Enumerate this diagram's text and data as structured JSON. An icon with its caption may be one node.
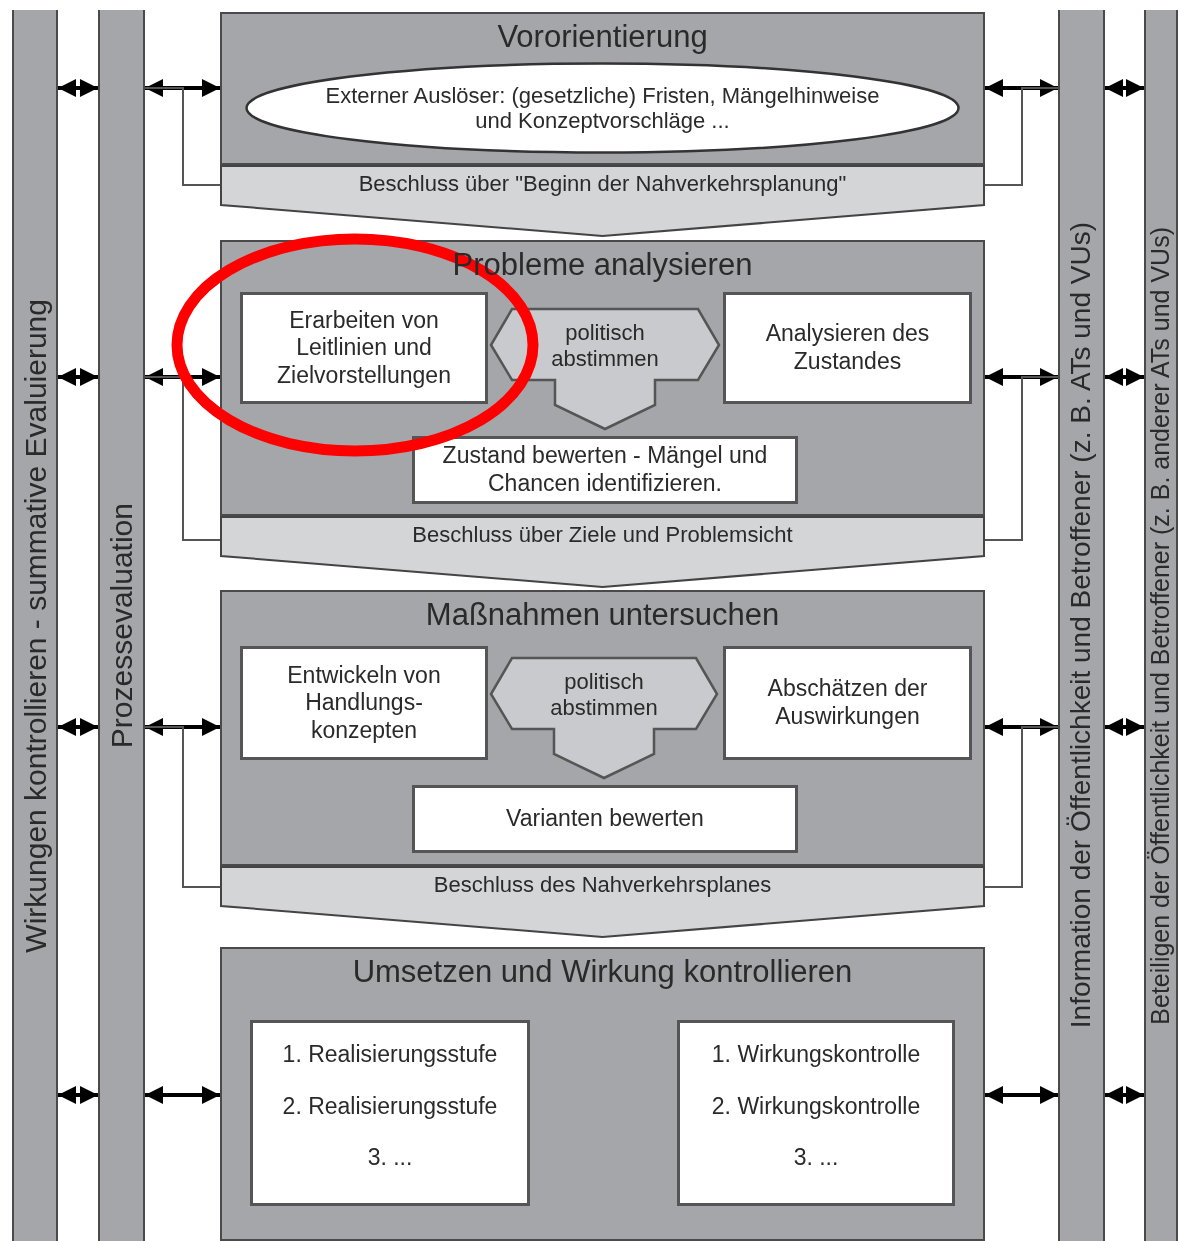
{
  "diagram": {
    "nodes": [
      {
        "text": [
          "Wirkungen kontrollieren - summative Evaluierung"
        ]
      },
      {
        "text": [
          "Prozessevaluation"
        ]
      },
      {
        "text": [
          "Vororientierung"
        ]
      },
      {
        "text": [
          "Externer Auslöser: (gesetzliche) Fristen, Mängelhinweise und Konzeptvorschläge ..."
        ],
        "in": 2
      },
      {
        "text": [
          "Beschluss über \"Beginn der Nahverkehrsplanung\""
        ]
      },
      {
        "text": [
          "Probleme analysieren"
        ]
      },
      {
        "text": [
          "Erarbeiten von Leitlinien und Zielvorstellungen"
        ],
        "in": 5
      },
      {
        "text": [
          "politisch abstimmen"
        ],
        "in": 5
      },
      {
        "text": [
          "Analysieren des Zustandes"
        ],
        "in": 5
      },
      {
        "text": [
          "Zustand bewerten - Mängel und Chancen identifizieren."
        ],
        "in": 5
      },
      {
        "text": [
          "Beschluss über Ziele und Problemsicht"
        ]
      },
      {
        "text": [
          "Maßnahmen untersuchen"
        ]
      },
      {
        "text": [
          "Entwickeln von Handlungs- konzepten"
        ],
        "in": 11
      },
      {
        "text": [
          "politisch abstimmen"
        ],
        "in": 11
      },
      {
        "text": [
          "Abschätzen der Auswirkungen"
        ],
        "in": 11
      },
      {
        "text": [
          "Varianten bewerten"
        ],
        "in": 11
      },
      {
        "text": [
          "Beschluss des Nahverkehrsplanes"
        ]
      },
      {
        "text": [
          "Umsetzen und Wirkung kontrollieren"
        ]
      },
      {
        "text": [
          "1. Realisierungsstufe",
          "2. Realisierungsstufe",
          "3. ..."
        ],
        "in": 17
      },
      {
        "text": [
          "1. Wirkungskontrolle",
          "2. Wirkungskontrolle",
          "3. ..."
        ],
        "in": 17
      },
      {
        "text": [
          "Information der Öffentlichkeit und Betroffener (z. B. ATs und VUs)"
        ]
      },
      {
        "text": [
          "Beteiligen der Öffentlichkeit und Betroffener (z. B. anderer ATs und VUs)"
        ]
      }
    ],
    "edges": [
      {
        "from": 0,
        "to": 1,
        "arrow": "both"
      },
      {
        "from": 0,
        "to": 1,
        "arrow": "both"
      },
      {
        "from": 0,
        "to": 1,
        "arrow": "both"
      },
      {
        "from": 0,
        "to": 1,
        "arrow": "both"
      },
      {
        "from": 1,
        "to": 2,
        "arrow": "both"
      },
      {
        "from": 1,
        "to": 5,
        "arrow": "both"
      },
      {
        "from": 1,
        "to": 11,
        "arrow": "both"
      },
      {
        "from": 1,
        "to": 17,
        "arrow": "both"
      },
      {
        "from": 1,
        "to": 4,
        "arrow": "none",
        "color": "#555555"
      },
      {
        "from": 1,
        "to": 10,
        "arrow": "none",
        "color": "#555555"
      },
      {
        "from": 1,
        "to": 16,
        "arrow": "none",
        "color": "#555555"
      },
      {
        "from": 2,
        "to": 20,
        "arrow": "both"
      },
      {
        "from": 5,
        "to": 20,
        "arrow": "both"
      },
      {
        "from": 11,
        "to": 20,
        "arrow": "both"
      },
      {
        "from": 17,
        "to": 20,
        "arrow": "both"
      },
      {
        "from": 4,
        "to": 20,
        "arrow": "none",
        "color": "#555555"
      },
      {
        "from": 10,
        "to": 20,
        "arrow": "none",
        "color": "#555555"
      },
      {
        "from": 16,
        "to": 20,
        "arrow": "none",
        "color": "#555555"
      },
      {
        "from": 20,
        "to": 21,
        "arrow": "both"
      },
      {
        "from": 20,
        "to": 21,
        "arrow": "both"
      },
      {
        "from": 20,
        "to": 21,
        "arrow": "both"
      },
      {
        "from": 20,
        "to": 21,
        "arrow": "both"
      }
    ]
  }
}
